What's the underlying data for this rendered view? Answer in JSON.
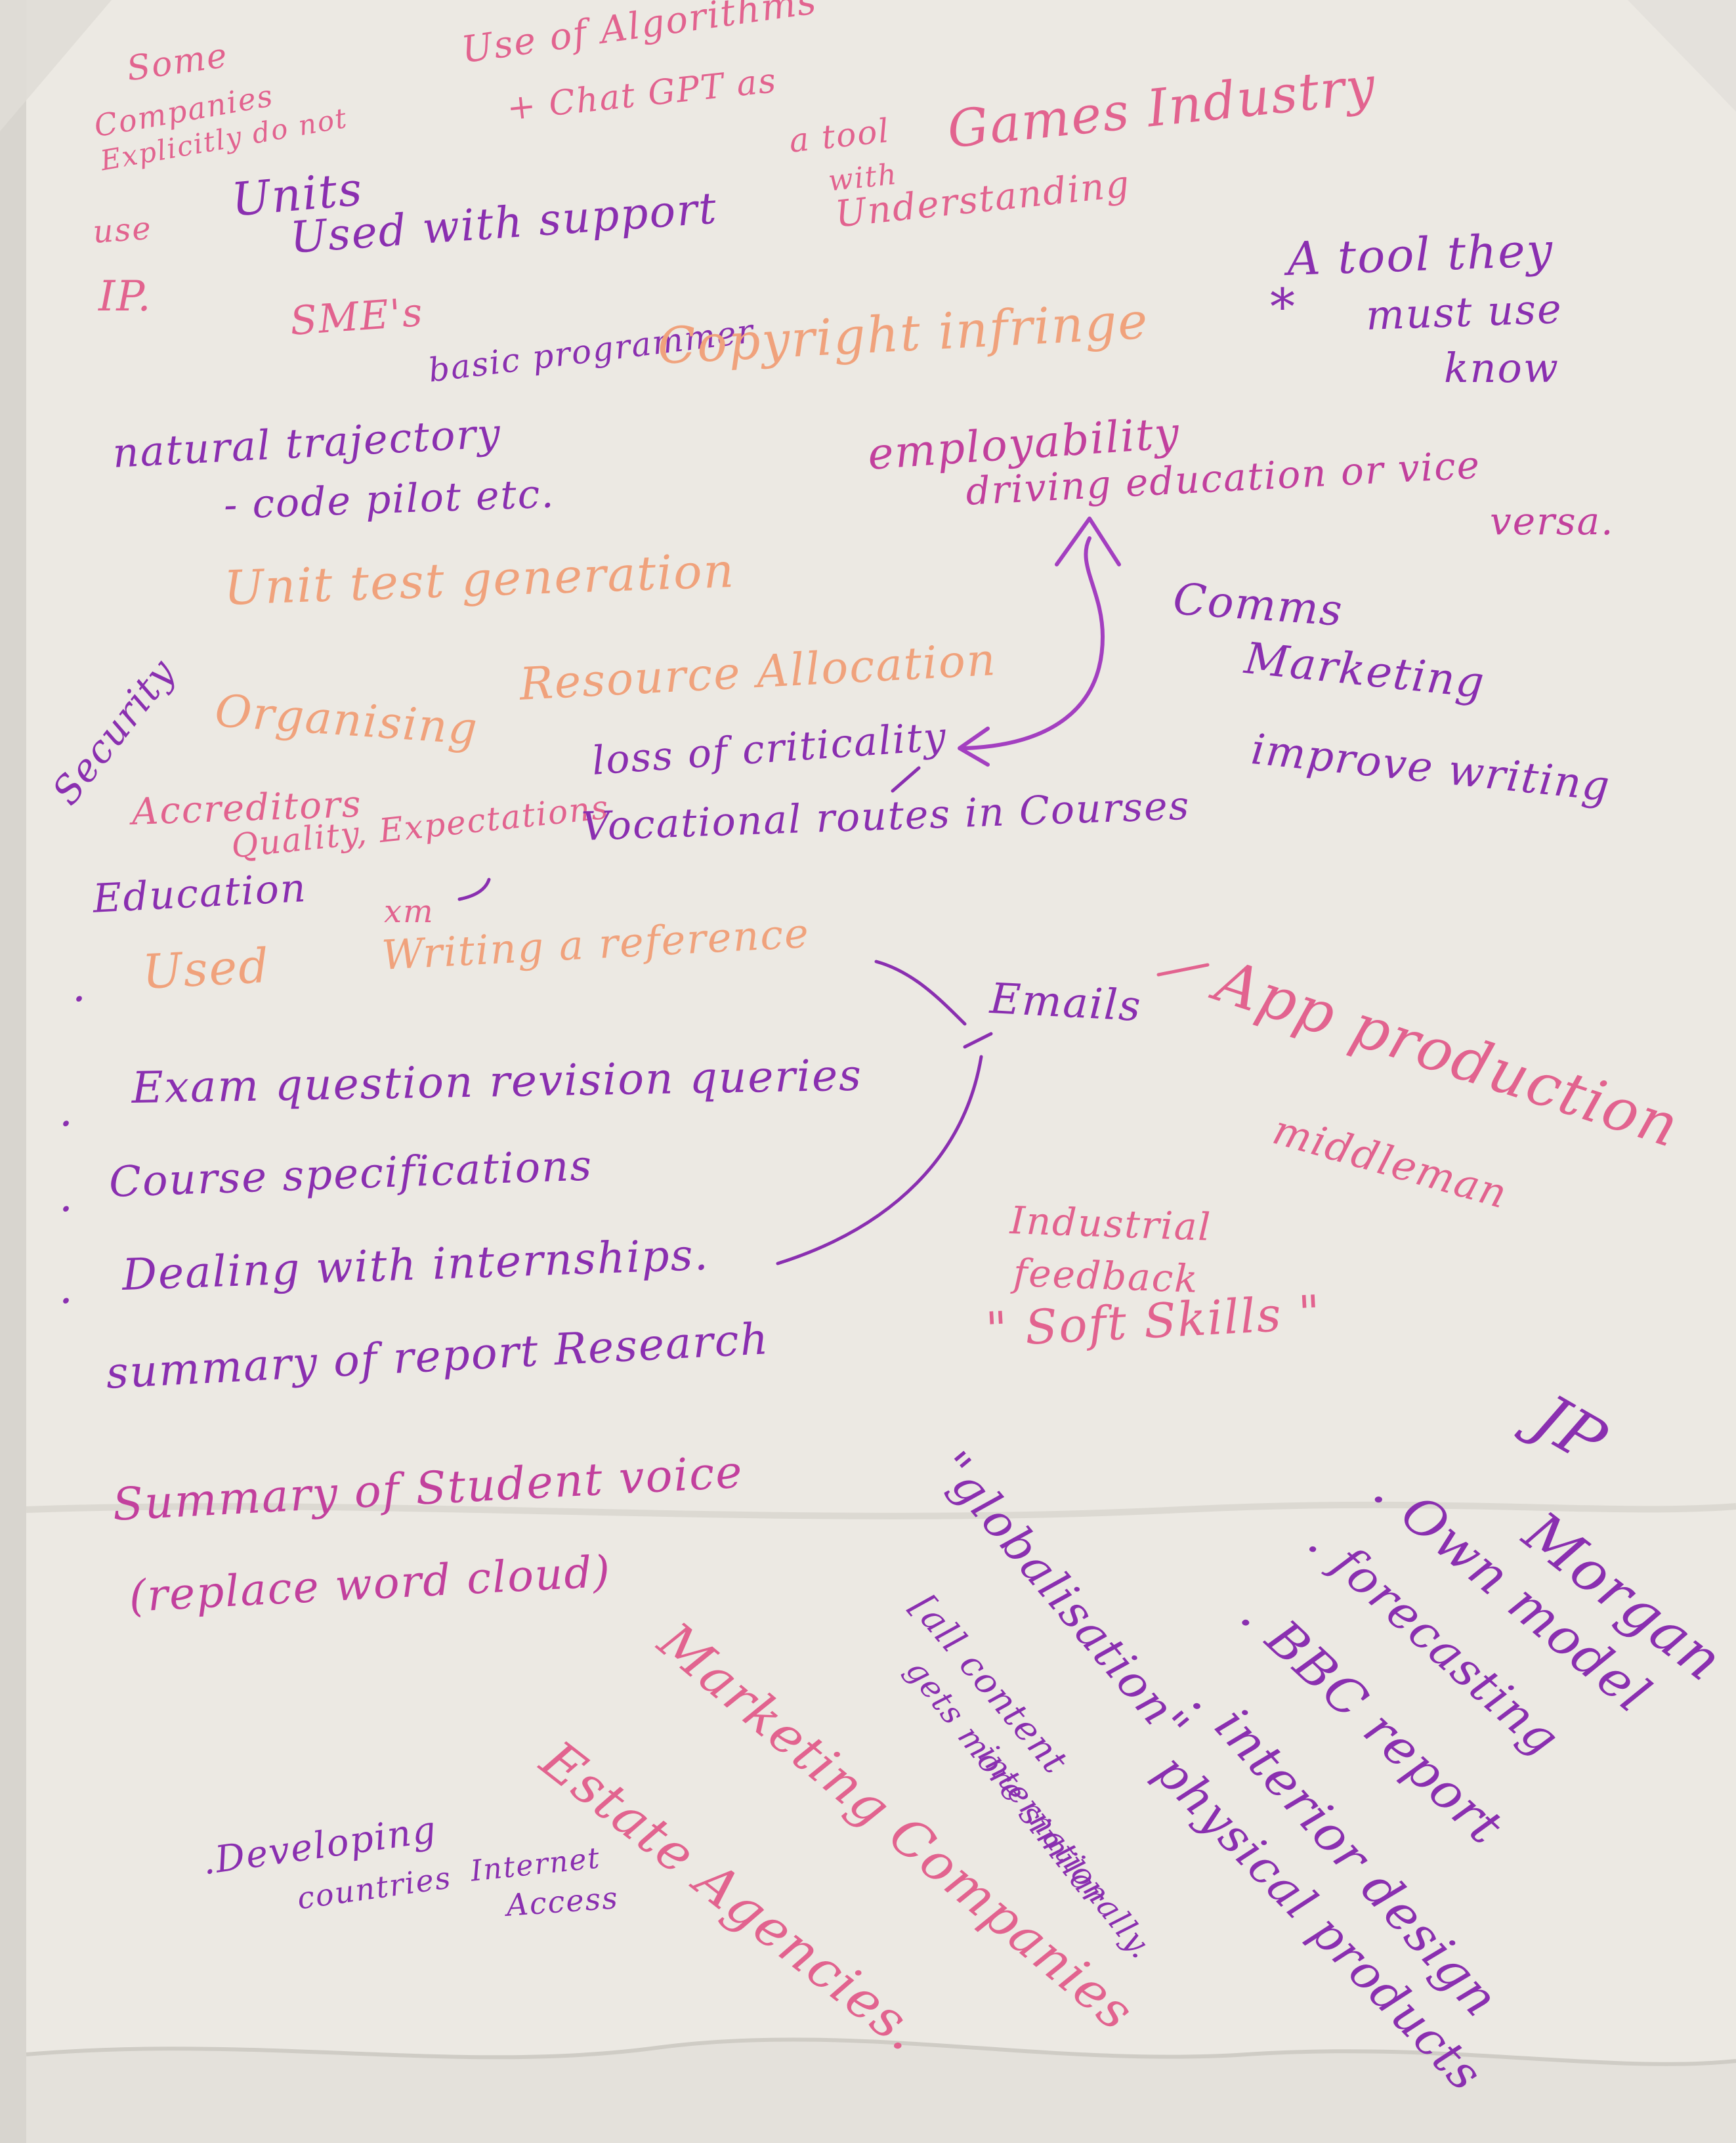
{
  "colors": {
    "paper": "#ece9e3",
    "background": "#c9c6c0",
    "purple": "#8a2fb0",
    "pink": "#e2638f",
    "peach": "#f0a27c",
    "magenta": "#c2409d"
  },
  "notes": {
    "some": "Some",
    "companies": "Companies",
    "explicitly": "Explicitly do not",
    "use": "use",
    "ip": "IP.",
    "algorithms": "Use of Algorithms",
    "chatgpt": "+ Chat GPT as",
    "atool": "a tool",
    "with": "with",
    "understanding": "Understanding",
    "games": "Games Industry",
    "units": "Units",
    "used_support": "Used with support",
    "smes": "SME's",
    "basic_programmer": "basic programmer",
    "copyright": "Copyright infringe",
    "tool_they": "A tool they",
    "must_use": "must use",
    "know": "know",
    "asterisk": "*",
    "natural": "natural trajectory",
    "code_pilot": "- code pilot etc.",
    "employability": "employability",
    "driving": "driving education or vice",
    "versa": "versa.",
    "unit_test": "Unit test generation",
    "comms": "Comms",
    "marketing": "Marketing",
    "improve": "improve writing",
    "security": "Security",
    "organising": "Organising",
    "resource": "Resource Allocation",
    "loss": "loss of criticality",
    "accreditors": "Accreditors",
    "quality": "Quality, Expectations",
    "vocational": "Vocational routes in Courses",
    "education": "Education",
    "xm": "xm",
    "used": "Used",
    "writing_ref": "Writing a reference",
    "emails": "Emails",
    "app": "App production",
    "middleman": "middleman",
    "exam": "Exam question revision queries",
    "course_spec": "Course specifications",
    "internships": "Dealing with internships.",
    "industrial": "Industrial",
    "feedback": "feedback",
    "soft_skills": "\" Soft Skills \"",
    "summary_report": "summary of report Research",
    "jp": "JP",
    "morgan": "Morgan",
    "own_model": ". Own model",
    "forecasting": ". forecasting",
    "bbc": ". BBC report",
    "interior": ". interior design",
    "physical": "physical products",
    "globalisation": "\"globalisation\"",
    "all_content": "[all content",
    "gets_more": "gets more similar",
    "internationally": "internationally.",
    "student_voice": "Summary of Student voice",
    "word_cloud": "(replace word cloud)",
    "marketing_companies": "Marketing Companies",
    "estate": "Estate Agencies.",
    "developing": ".Developing",
    "countries": "countries",
    "internet": "Internet",
    "access": "Access",
    "bullet_used": ".",
    "bullet_exam": ".",
    "bullet_course": ".",
    "bullet_dealing": "."
  }
}
